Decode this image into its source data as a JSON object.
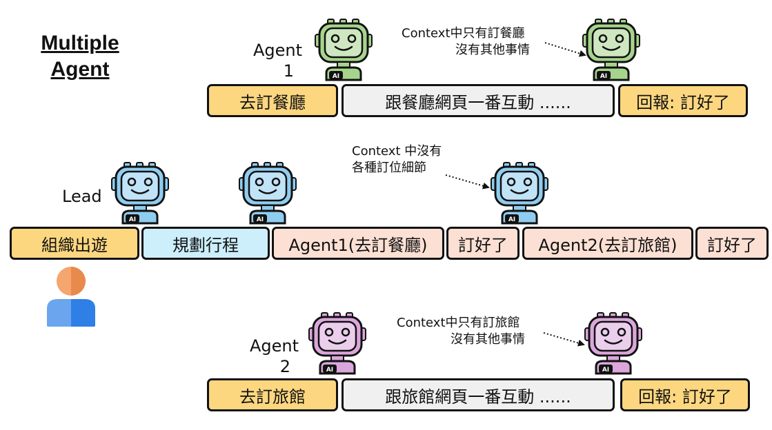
{
  "title": {
    "line1": "Multiple",
    "line2": "Agent"
  },
  "agent1": {
    "label_line1": "Agent",
    "label_line2": "1",
    "note_line1": "Context中只有訂餐廳",
    "note_line2": "沒有其他事情",
    "steps": [
      "去訂餐廳",
      "跟餐廳網頁一番互動 ......",
      "回報: 訂好了"
    ]
  },
  "lead": {
    "label": "Lead",
    "note_line1": "Context 中沒有",
    "note_line2": "各種訂位細節",
    "steps": [
      "組織出遊",
      "規劃行程",
      "Agent1(去訂餐廳)",
      "訂好了",
      "Agent2(去訂旅館)",
      "訂好了"
    ]
  },
  "agent2": {
    "label_line1": "Agent",
    "label_line2": "2",
    "note_line1": "Context中只有訂旅館",
    "note_line2": "沒有其他事情",
    "steps": [
      "去訂旅館",
      "跟旅館網頁一番互動 ......",
      "回報: 訂好了"
    ]
  },
  "robot_badge": "AI",
  "colors": {
    "orange": "#fcd780",
    "grey": "#f0f0f0",
    "blue": "#cdeefb",
    "pink": "#fce0d4",
    "robot_green": "#a6d48c",
    "robot_blue": "#8fcdf0",
    "robot_purple": "#dba6dc"
  },
  "icons": [
    "robot-icon",
    "person-icon",
    "dotted-arrow"
  ]
}
